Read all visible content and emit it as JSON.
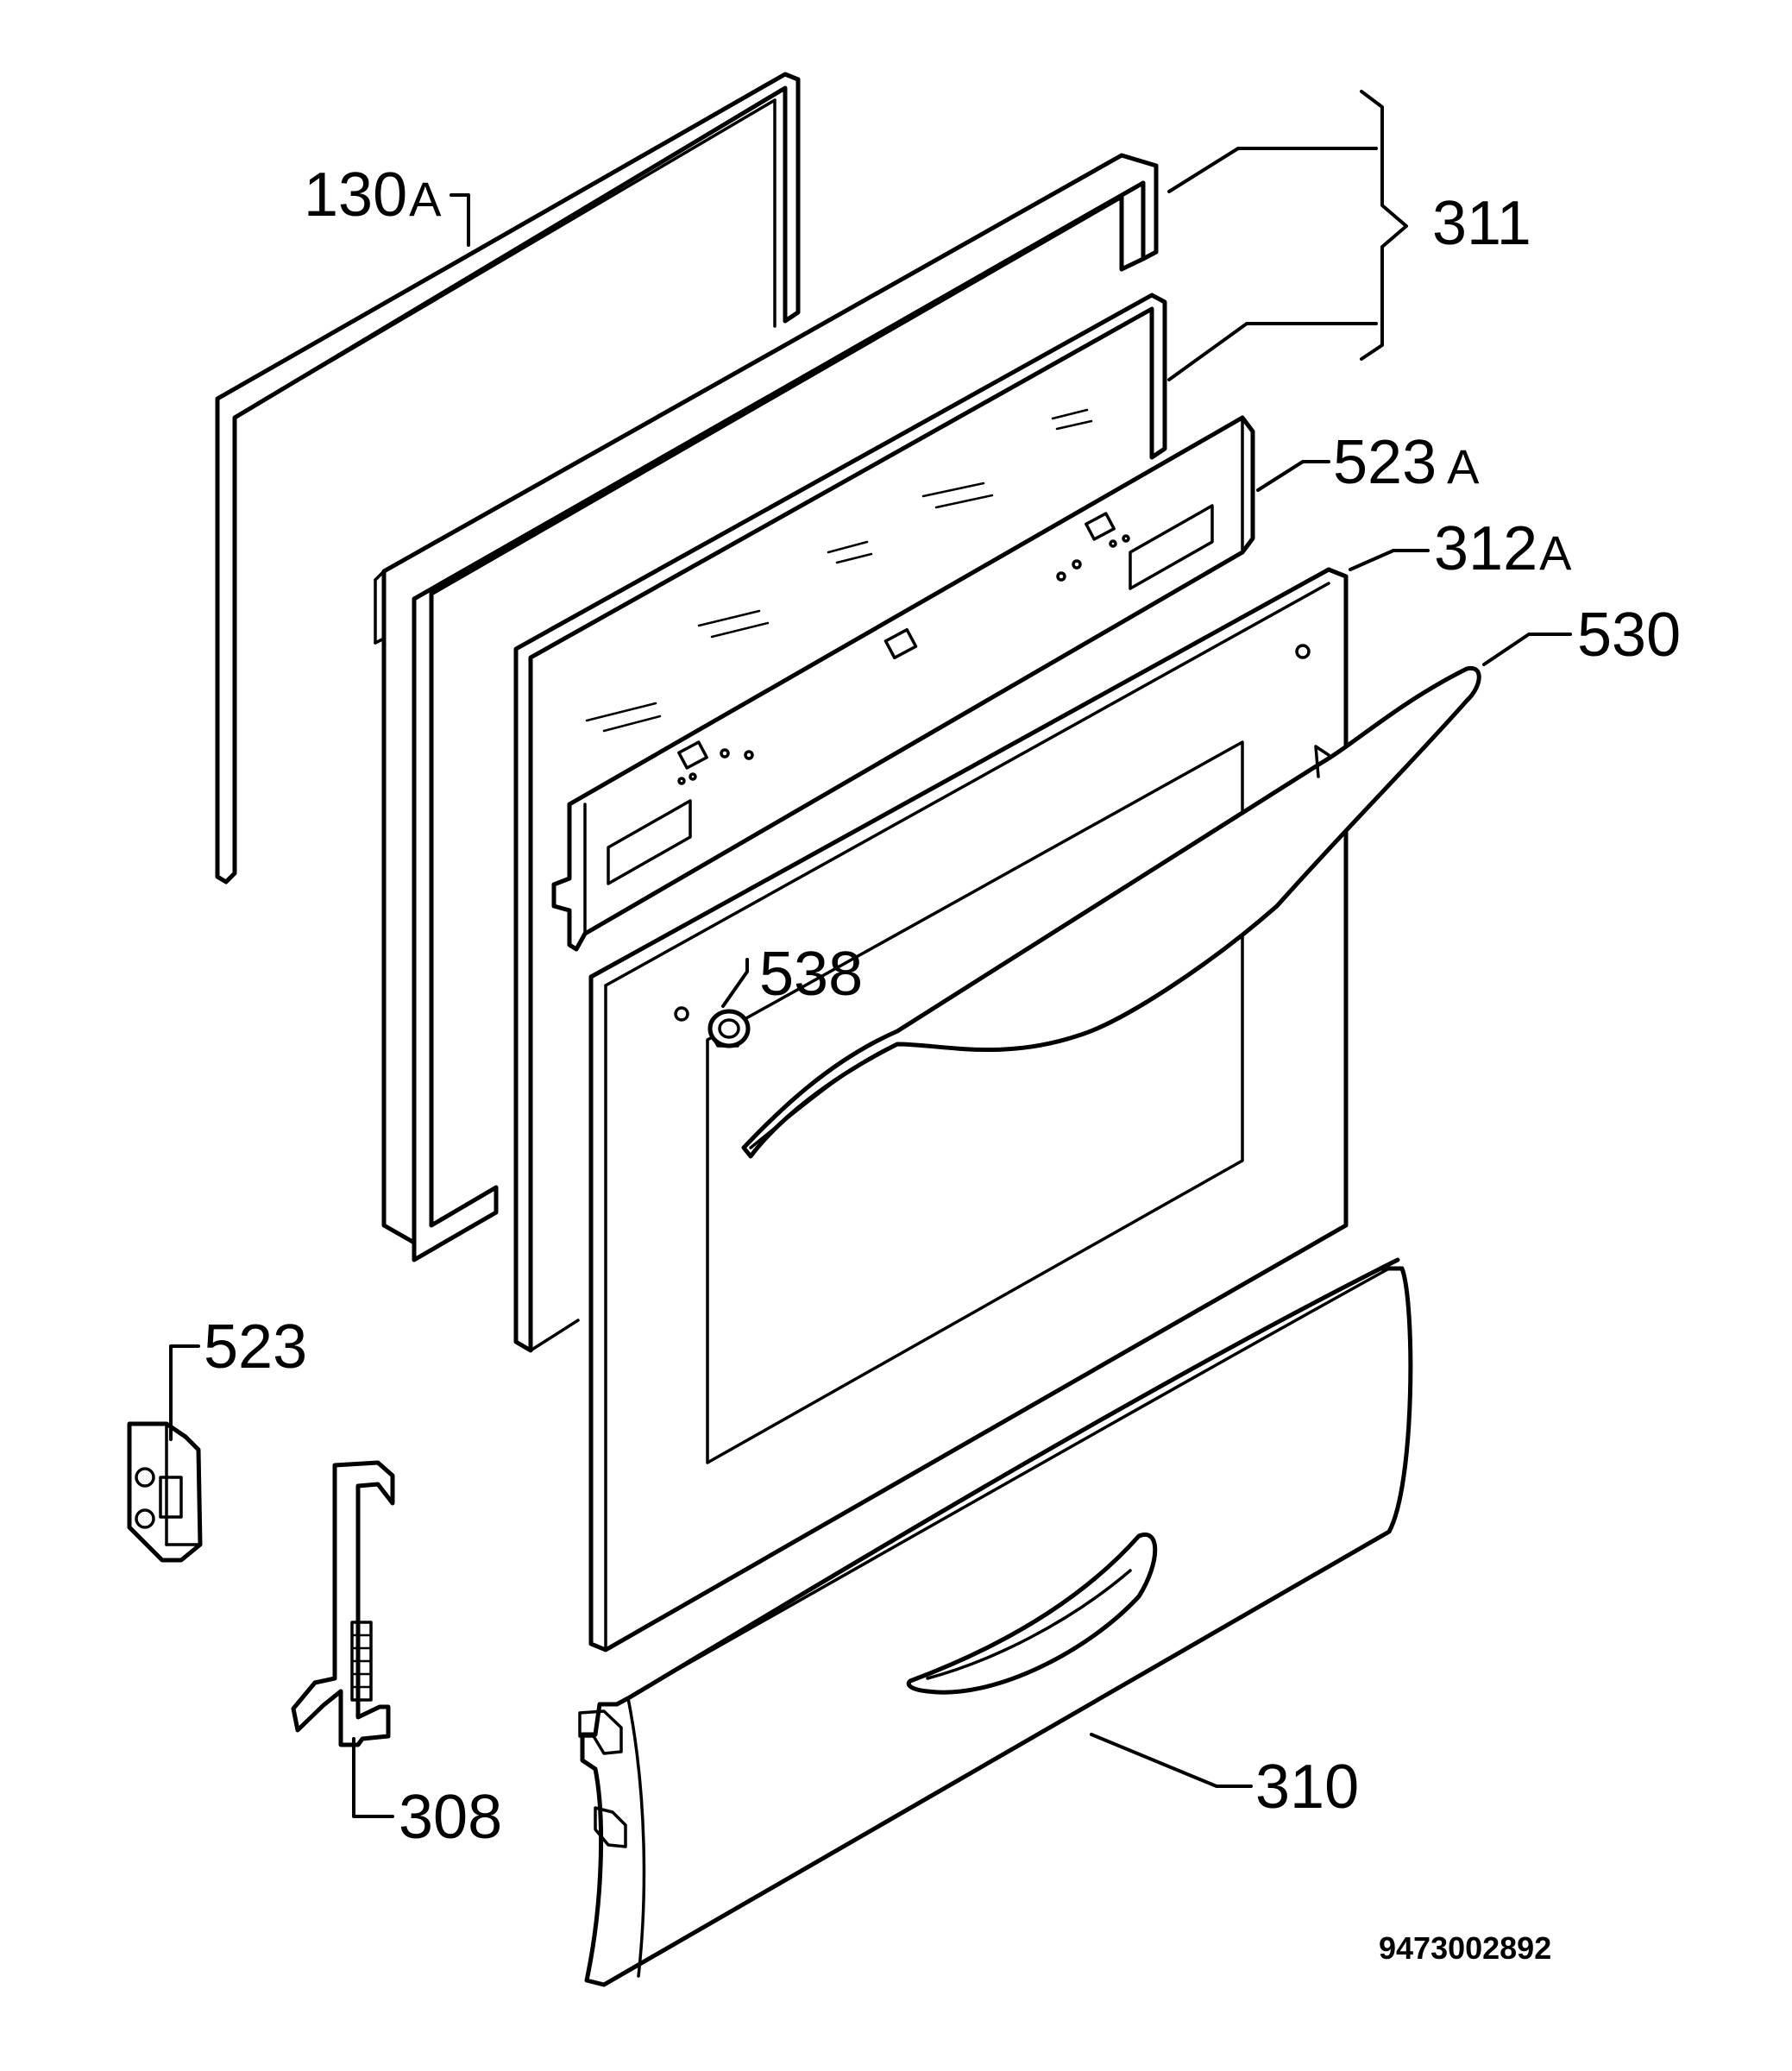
{
  "diagram": {
    "labels": {
      "gasket": {
        "num": "130",
        "suffix": "A"
      },
      "glass_assembly": {
        "num": "311",
        "suffix": ""
      },
      "inner_panel": {
        "num": "523",
        "suffix": "A"
      },
      "door_panel": {
        "num": "312",
        "suffix": "A"
      },
      "handle": {
        "num": "530",
        "suffix": ""
      },
      "spacer": {
        "num": "538",
        "suffix": ""
      },
      "hinge_bracket": {
        "num": "523",
        "suffix": ""
      },
      "hinge": {
        "num": "308",
        "suffix": ""
      },
      "drawer_front": {
        "num": "310",
        "suffix": ""
      }
    },
    "drawing_code": "9473002892"
  }
}
